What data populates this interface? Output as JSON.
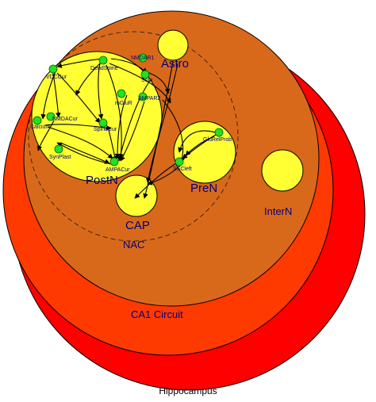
{
  "title": "Hippocampus",
  "colors": {
    "hippocampus": "#ff0000",
    "ca1": "#ff3b00",
    "nac": "#d96a18",
    "yellow": "#ffff33",
    "node": "#22e022",
    "label_blue": "#00007f",
    "edge": "#000000",
    "dashed": "#333333"
  },
  "regions": {
    "ca1_label": "CA1 Circuit",
    "nac_label": "NAC",
    "postn_label": "PostN",
    "pren_label": "PreN",
    "astro_label": "Astro",
    "intern_label": "InterN",
    "cap_label": "CAP"
  },
  "nodes": [
    {
      "id": "vdcc",
      "label": "VDCCur"
    },
    {
      "id": "dendspine",
      "label": "DendSpine"
    },
    {
      "id": "nmdar",
      "label": "NMDAR1"
    },
    {
      "id": "som",
      "label": "Som"
    },
    {
      "id": "mglur",
      "label": "mGluR"
    },
    {
      "id": "ampar2",
      "label": "AMPAR2"
    },
    {
      "id": "nmdacur",
      "label": "NMDACur"
    },
    {
      "id": "calcium",
      "label": "Calcium"
    },
    {
      "id": "spinecur",
      "label": "SpineCur"
    },
    {
      "id": "synplast",
      "label": "SynPlast"
    },
    {
      "id": "ampacur",
      "label": "AMPACur"
    },
    {
      "id": "glurelprob",
      "label": "GluRelProb"
    },
    {
      "id": "sscleft",
      "label": "SSCleft"
    }
  ]
}
